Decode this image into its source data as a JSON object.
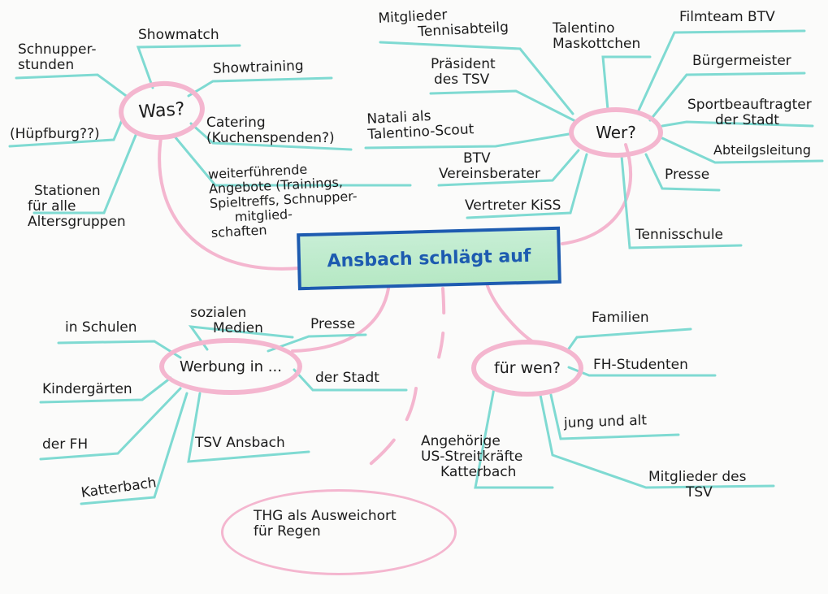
{
  "center": "Ansbach schlägt auf",
  "hubs": {
    "was": "Was?",
    "wer": "Wer?",
    "werbung": "Werbung in ...",
    "fuer_wen": "für wen?"
  },
  "was_items": {
    "schnupper": [
      "Schnupper-",
      "stunden"
    ],
    "showmatch": "Showmatch",
    "showtraining": "Showtraining",
    "catering": [
      "Catering",
      "(Kuchenspenden?)"
    ],
    "huepfburg": "(Hüpfburg??)",
    "weiterfuehrende": [
      "weiterführende",
      "Angebote (Trainings,",
      "Spieltreffs, Schnupper-",
      "mitglied-",
      "schaften"
    ],
    "stationen": [
      "Stationen",
      "für alle",
      "Altersgruppen"
    ]
  },
  "wer_items": {
    "mitglieder_tennis": [
      "Mitglieder",
      "Tennisabteilg"
    ],
    "talentino": [
      "Talentino",
      "Maskottchen"
    ],
    "filmteam": "Filmteam BTV",
    "praesident": [
      "Präsident",
      "des TSV"
    ],
    "buergermeister": "Bürgermeister",
    "natali": [
      "Natali als",
      "Talentino-Scout"
    ],
    "sportbeauftragter": [
      "Sportbeauftragter",
      "der Stadt"
    ],
    "abteilungsleitung": "Abteilgsleitung",
    "btv": [
      "BTV",
      "Vereinsberater"
    ],
    "presse": "Presse",
    "kiss": "Vertreter KiSS",
    "tennisschule": "Tennisschule"
  },
  "werbung_items": {
    "schulen": "in Schulen",
    "sozialen": [
      "sozialen",
      "Medien"
    ],
    "presse": "Presse",
    "kindergaerten": "Kindergärten",
    "stadt": "der Stadt",
    "fh": "der FH",
    "tsv": "TSV Ansbach",
    "katterbach": "Katterbach"
  },
  "fuer_wen_items": {
    "familien": "Familien",
    "fh_studenten": "FH-Studenten",
    "jung_alt": "jung und alt",
    "angehoerige": [
      "Angehörige",
      "US-Streitkräfte",
      "Katterbach"
    ],
    "mitglieder_tsv": [
      "Mitglieder des",
      "TSV"
    ]
  },
  "note": [
    "THG als Ausweichort",
    "für Regen"
  ],
  "colors": {
    "pink": "#f4b6cf",
    "teal": "#7fdad2",
    "blue": "#1d5bb0",
    "green": "#b6e8c4",
    "ink": "#1c1c1c"
  }
}
